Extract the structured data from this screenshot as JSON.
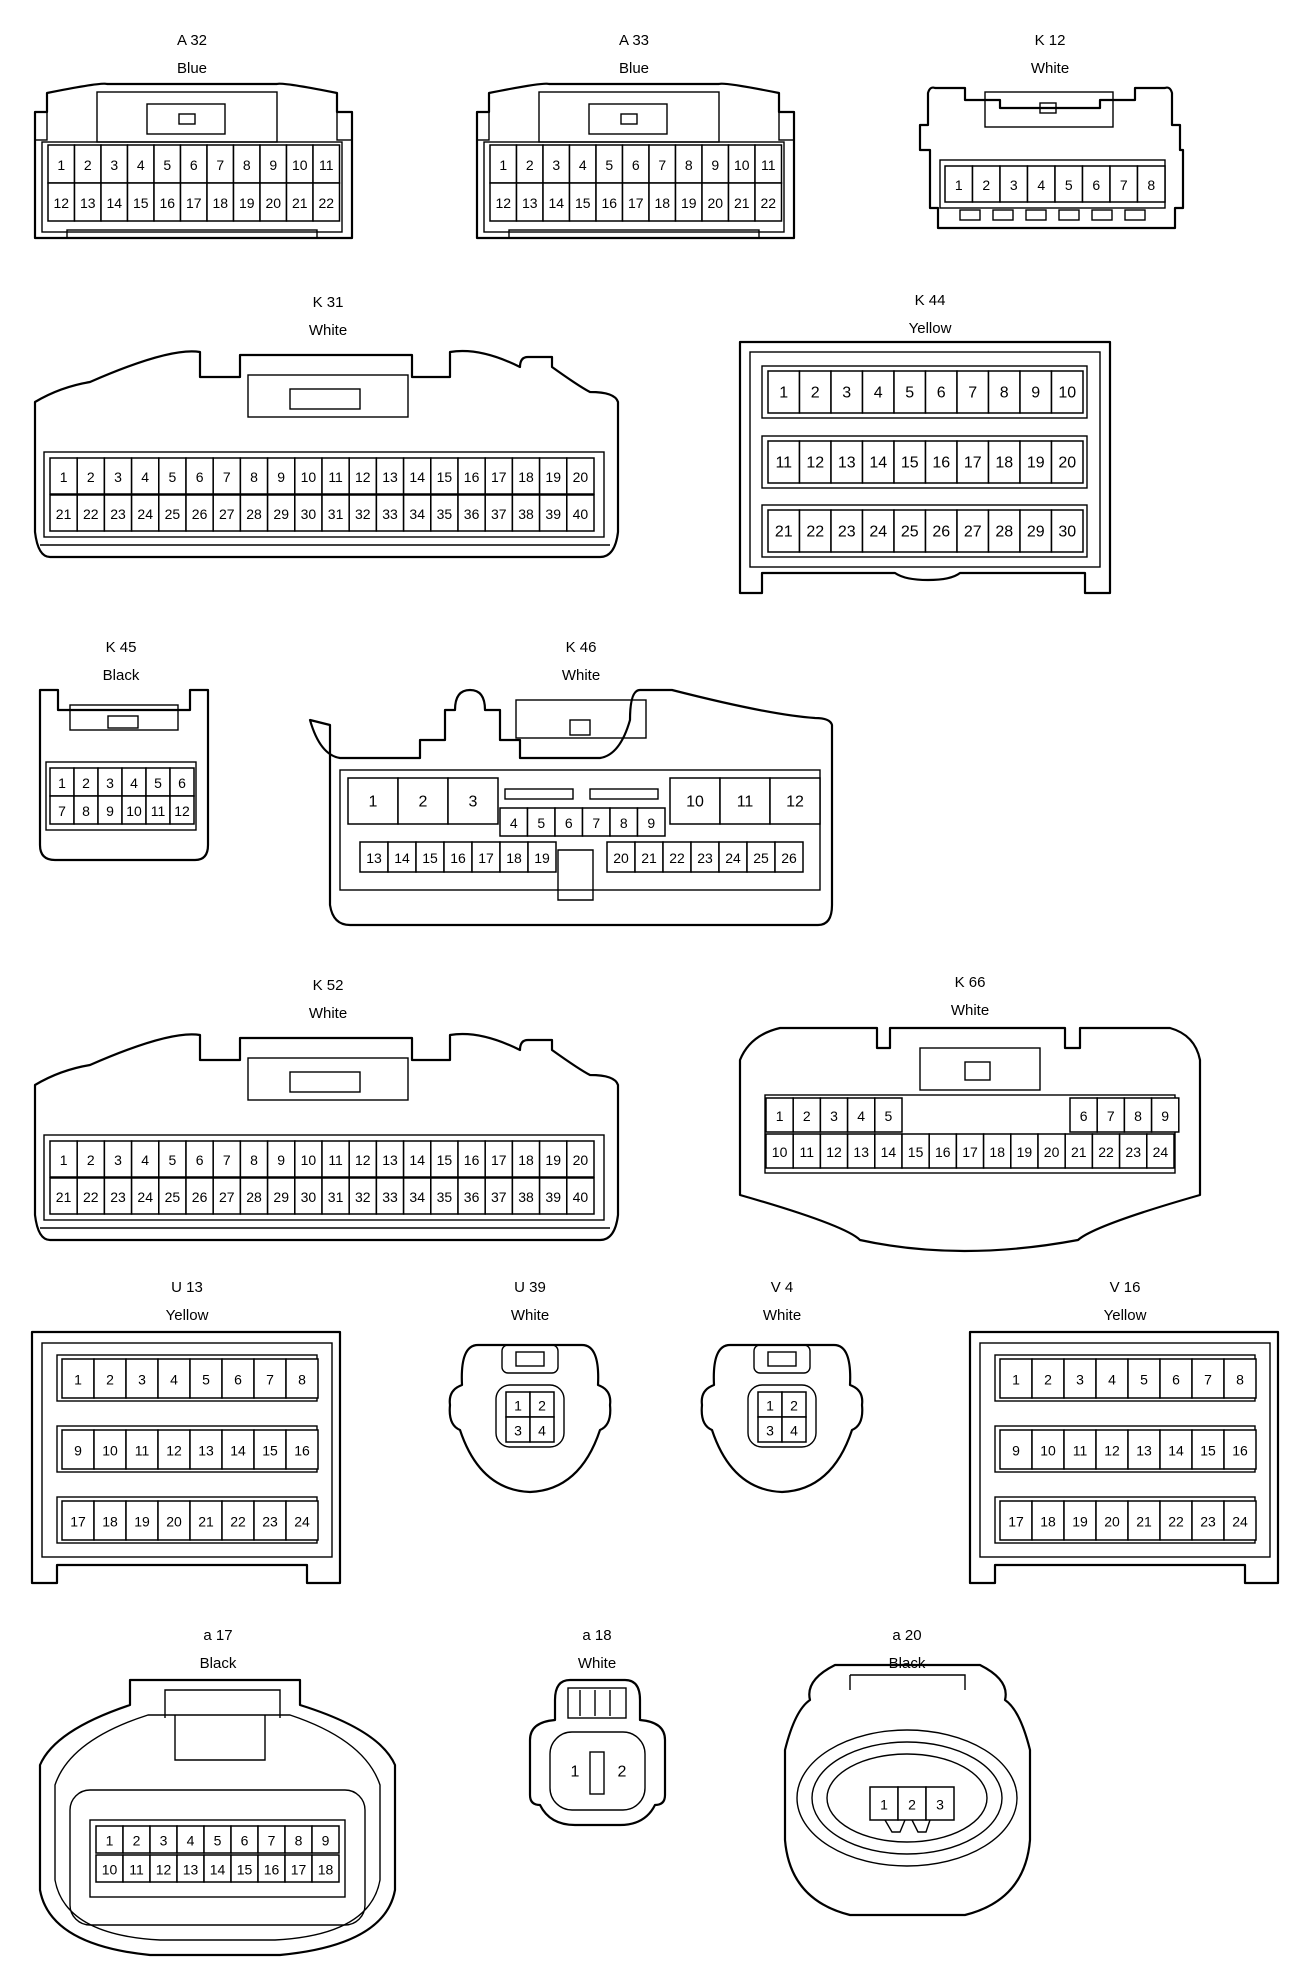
{
  "connectors": [
    {
      "id": "A 32",
      "color": "Blue",
      "pins": [
        "1",
        "2",
        "3",
        "4",
        "5",
        "6",
        "7",
        "8",
        "9",
        "10",
        "11",
        "12",
        "13",
        "14",
        "15",
        "16",
        "17",
        "18",
        "19",
        "20",
        "21",
        "22"
      ]
    },
    {
      "id": "A 33",
      "color": "Blue",
      "pins": [
        "1",
        "2",
        "3",
        "4",
        "5",
        "6",
        "7",
        "8",
        "9",
        "10",
        "11",
        "12",
        "13",
        "14",
        "15",
        "16",
        "17",
        "18",
        "19",
        "20",
        "21",
        "22"
      ]
    },
    {
      "id": "K 12",
      "color": "White",
      "pins": [
        "1",
        "2",
        "3",
        "4",
        "5",
        "6",
        "7",
        "8"
      ]
    },
    {
      "id": "K 31",
      "color": "White",
      "pins": [
        "1",
        "2",
        "3",
        "4",
        "5",
        "6",
        "7",
        "8",
        "9",
        "10",
        "11",
        "12",
        "13",
        "14",
        "15",
        "16",
        "17",
        "18",
        "19",
        "20",
        "21",
        "22",
        "23",
        "24",
        "25",
        "26",
        "27",
        "28",
        "29",
        "30",
        "31",
        "32",
        "33",
        "34",
        "35",
        "36",
        "37",
        "38",
        "39",
        "40"
      ]
    },
    {
      "id": "K 44",
      "color": "Yellow",
      "pins": [
        "1",
        "2",
        "3",
        "4",
        "5",
        "6",
        "7",
        "8",
        "9",
        "10",
        "11",
        "12",
        "13",
        "14",
        "15",
        "16",
        "17",
        "18",
        "19",
        "20",
        "21",
        "22",
        "23",
        "24",
        "25",
        "26",
        "27",
        "28",
        "29",
        "30"
      ]
    },
    {
      "id": "K 45",
      "color": "Black",
      "pins": [
        "1",
        "2",
        "3",
        "4",
        "5",
        "6",
        "7",
        "8",
        "9",
        "10",
        "11",
        "12"
      ]
    },
    {
      "id": "K 46",
      "color": "White",
      "pins": [
        "1",
        "2",
        "3",
        "4",
        "5",
        "6",
        "7",
        "8",
        "9",
        "10",
        "11",
        "12",
        "13",
        "14",
        "15",
        "16",
        "17",
        "18",
        "19",
        "20",
        "21",
        "22",
        "23",
        "24",
        "25",
        "26"
      ]
    },
    {
      "id": "K 52",
      "color": "White",
      "pins": [
        "1",
        "2",
        "3",
        "4",
        "5",
        "6",
        "7",
        "8",
        "9",
        "10",
        "11",
        "12",
        "13",
        "14",
        "15",
        "16",
        "17",
        "18",
        "19",
        "20",
        "21",
        "22",
        "23",
        "24",
        "25",
        "26",
        "27",
        "28",
        "29",
        "30",
        "31",
        "32",
        "33",
        "34",
        "35",
        "36",
        "37",
        "38",
        "39",
        "40"
      ]
    },
    {
      "id": "K 66",
      "color": "White",
      "pins": [
        "1",
        "2",
        "3",
        "4",
        "5",
        "6",
        "7",
        "8",
        "9",
        "10",
        "11",
        "12",
        "13",
        "14",
        "15",
        "16",
        "17",
        "18",
        "19",
        "20",
        "21",
        "22",
        "23",
        "24"
      ]
    },
    {
      "id": "U 13",
      "color": "Yellow",
      "pins": [
        "1",
        "2",
        "3",
        "4",
        "5",
        "6",
        "7",
        "8",
        "9",
        "10",
        "11",
        "12",
        "13",
        "14",
        "15",
        "16",
        "17",
        "18",
        "19",
        "20",
        "21",
        "22",
        "23",
        "24"
      ]
    },
    {
      "id": "U 39",
      "color": "White",
      "pins": [
        "1",
        "2",
        "3",
        "4"
      ]
    },
    {
      "id": "V 4",
      "color": "White",
      "pins": [
        "1",
        "2",
        "3",
        "4"
      ]
    },
    {
      "id": "V 16",
      "color": "Yellow",
      "pins": [
        "1",
        "2",
        "3",
        "4",
        "5",
        "6",
        "7",
        "8",
        "9",
        "10",
        "11",
        "12",
        "13",
        "14",
        "15",
        "16",
        "17",
        "18",
        "19",
        "20",
        "21",
        "22",
        "23",
        "24"
      ]
    },
    {
      "id": "a 17",
      "color": "Black",
      "pins": [
        "1",
        "2",
        "3",
        "4",
        "5",
        "6",
        "7",
        "8",
        "9",
        "10",
        "11",
        "12",
        "13",
        "14",
        "15",
        "16",
        "17",
        "18"
      ]
    },
    {
      "id": "a 18",
      "color": "White",
      "pins": [
        "1",
        "2"
      ]
    },
    {
      "id": "a 20",
      "color": "Black",
      "pins": [
        "1",
        "2",
        "3"
      ]
    }
  ]
}
